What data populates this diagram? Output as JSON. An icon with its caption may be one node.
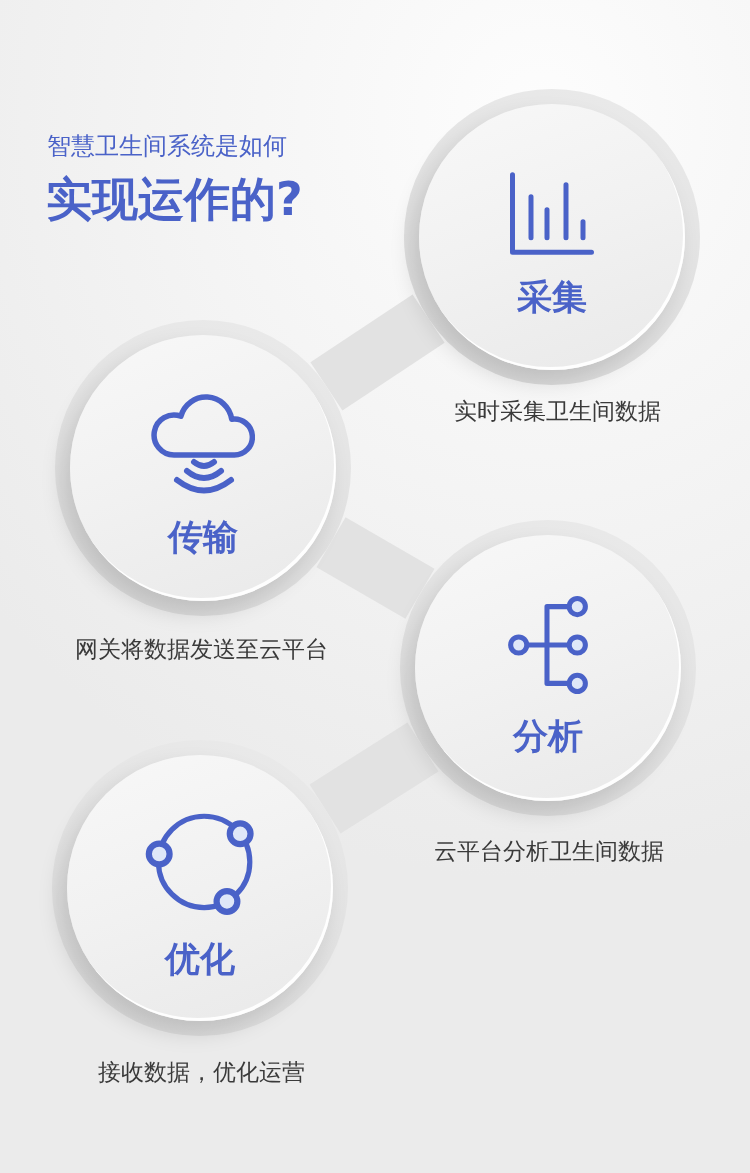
{
  "diagram": {
    "title": "实现运作的?",
    "nodes": [
      {
        "text": [
          "采集"
        ],
        "beside": [
          "实时采集卫生间数据"
        ]
      },
      {
        "text": [
          "传输"
        ],
        "beside": [
          "网关将数据发送至云平台"
        ]
      },
      {
        "text": [
          "分析"
        ],
        "beside": [
          "云平台分析卫生间数据"
        ]
      },
      {
        "text": [
          "优化"
        ],
        "beside": [
          "接收数据，优化运营"
        ]
      }
    ],
    "edges": [
      {
        "from": 0,
        "to": 1,
        "arrow": "none"
      },
      {
        "from": 1,
        "to": 2,
        "arrow": "none"
      },
      {
        "from": 2,
        "to": 3,
        "arrow": "none"
      }
    ],
    "labels": [
      "智慧卫生间系统是如何"
    ]
  }
}
